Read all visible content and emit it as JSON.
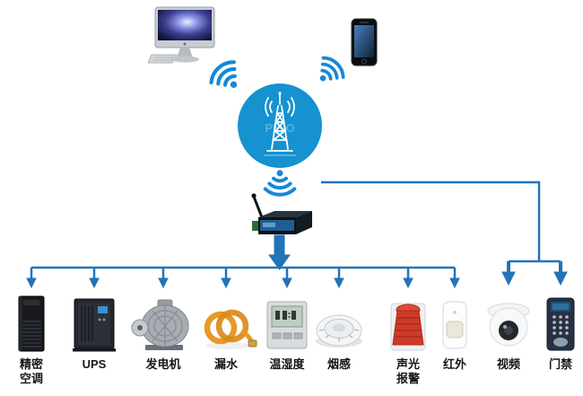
{
  "diagram": {
    "watermark": "PM.O",
    "colors": {
      "connector_line": "#2273b9",
      "hub_circle": "#1592cf",
      "wifi_icon": "#1688d8"
    },
    "devices": [
      {
        "id": "precision-ac",
        "label": "精密\n空调"
      },
      {
        "id": "ups",
        "label": "UPS"
      },
      {
        "id": "generator",
        "label": "发电机"
      },
      {
        "id": "water-leak",
        "label": "漏水"
      },
      {
        "id": "temp-humidity",
        "label": "温湿度"
      },
      {
        "id": "smoke-detector",
        "label": "烟感"
      },
      {
        "id": "sound-light-alarm",
        "label": "声光\n报警"
      },
      {
        "id": "infrared",
        "label": "红外"
      },
      {
        "id": "video",
        "label": "视频"
      },
      {
        "id": "access-control",
        "label": "门禁"
      }
    ]
  }
}
